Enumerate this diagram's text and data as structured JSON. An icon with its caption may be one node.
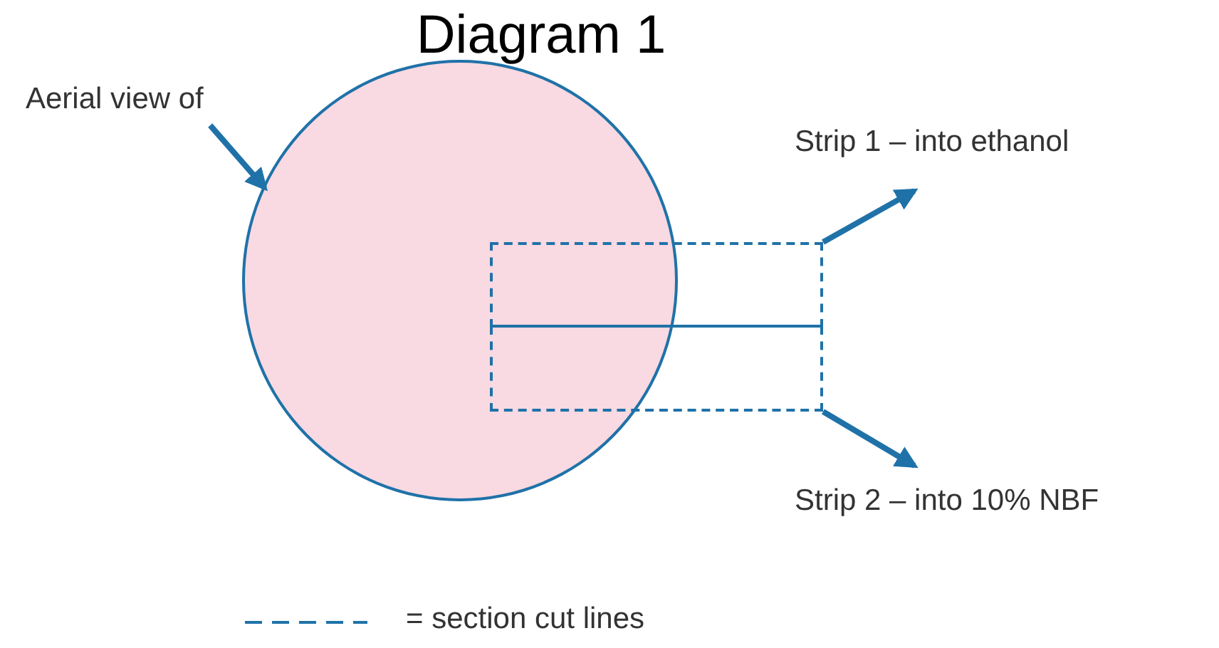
{
  "diagram": {
    "title": "Diagram 1",
    "nodes": [
      {
        "text": [
          "Aerial view of"
        ]
      },
      {
        "text": [],
        "shape": "circle"
      },
      {
        "text": [],
        "shape": "box"
      },
      {
        "text": [],
        "shape": "box"
      },
      {
        "text": [
          "Strip 1 – into ethanol"
        ]
      },
      {
        "text": [
          "Strip 2 – into 10% NBF"
        ]
      }
    ],
    "edges": [
      {
        "from": 0,
        "to": 1,
        "arrow": "to"
      },
      {
        "from": 2,
        "to": 4,
        "arrow": "to"
      },
      {
        "from": 3,
        "to": 5,
        "arrow": "to"
      }
    ],
    "legend": [
      {
        "text": "= section cut lines"
      }
    ]
  }
}
